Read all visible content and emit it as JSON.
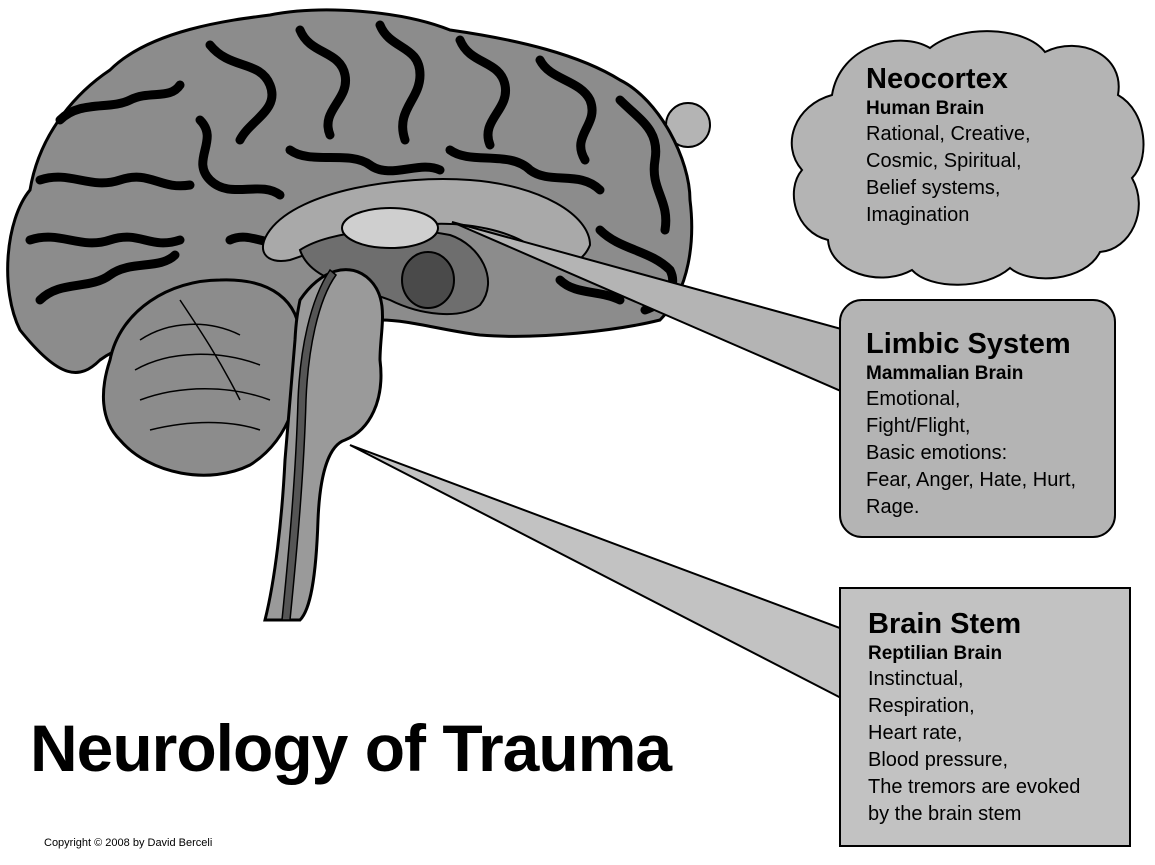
{
  "title": "Neurology of Trauma",
  "copyright": "Copyright © 2008 by David Berceli",
  "colors": {
    "brain_fill": "#8c8c8c",
    "inner_fill": "#a9a9a9",
    "dark_fill": "#5a5a5a",
    "callout_fill": "#b4b4b4",
    "sulcus": "#000000"
  },
  "neocortex": {
    "heading": "Neocortex",
    "subheading": "Human Brain",
    "lines": [
      "Rational, Creative,",
      "Cosmic, Spiritual,",
      "Belief systems,",
      "Imagination"
    ]
  },
  "limbic": {
    "heading": "Limbic System",
    "subheading": "Mammalian Brain",
    "lines": [
      "Emotional,",
      "Fight/Flight,",
      "Basic emotions:",
      "Fear, Anger, Hate, Hurt,",
      "Rage."
    ]
  },
  "brainstem": {
    "heading": "Brain Stem",
    "subheading": "Reptilian Brain",
    "lines": [
      "Instinctual,",
      "Respiration,",
      "Heart rate,",
      "Blood pressure,",
      "The tremors are evoked",
      "by the brain stem"
    ]
  }
}
